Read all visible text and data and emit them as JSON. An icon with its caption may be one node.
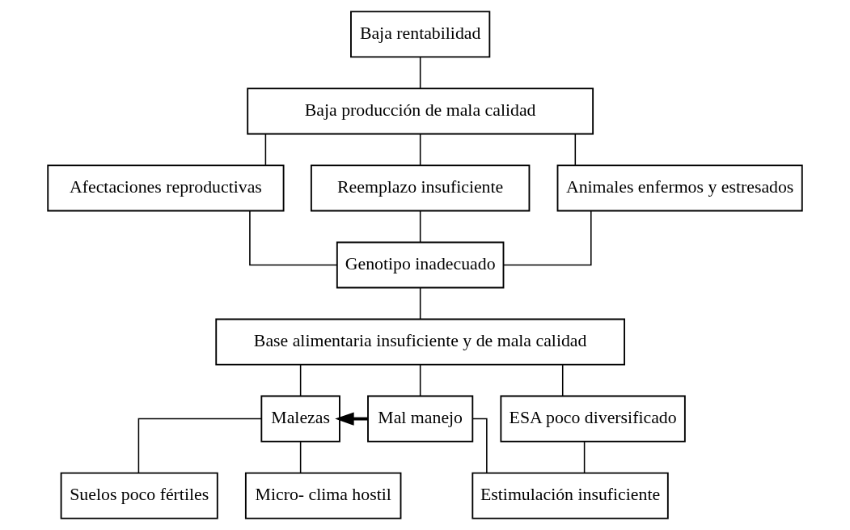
{
  "diagram": {
    "nodes": [
      {
        "text": [
          "Baja rentabilidad"
        ]
      },
      {
        "text": [
          "Baja producción de mala calidad"
        ]
      },
      {
        "text": [
          "Afectaciones reproductivas"
        ]
      },
      {
        "text": [
          "Reemplazo insuficiente"
        ]
      },
      {
        "text": [
          "Animales enfermos y estresados"
        ]
      },
      {
        "text": [
          "Genotipo inadecuado"
        ]
      },
      {
        "text": [
          "Base alimentaria insuficiente y de mala calidad"
        ]
      },
      {
        "text": [
          "Malezas"
        ]
      },
      {
        "text": [
          "Mal manejo"
        ]
      },
      {
        "text": [
          "ESA poco diversificado"
        ]
      },
      {
        "text": [
          "Suelos poco fértiles"
        ]
      },
      {
        "text": [
          "Micro- clima hostil"
        ]
      },
      {
        "text": [
          "Estimulación insuficiente"
        ]
      }
    ],
    "edges": [
      {
        "from": 0,
        "to": 1,
        "arrow": "none"
      },
      {
        "from": 1,
        "to": 2,
        "arrow": "none"
      },
      {
        "from": 1,
        "to": 3,
        "arrow": "none"
      },
      {
        "from": 1,
        "to": 4,
        "arrow": "none"
      },
      {
        "from": 2,
        "to": 5,
        "arrow": "none"
      },
      {
        "from": 3,
        "to": 5,
        "arrow": "none"
      },
      {
        "from": 4,
        "to": 5,
        "arrow": "none"
      },
      {
        "from": 5,
        "to": 6,
        "arrow": "none"
      },
      {
        "from": 6,
        "to": 7,
        "arrow": "none"
      },
      {
        "from": 6,
        "to": 8,
        "arrow": "none"
      },
      {
        "from": 6,
        "to": 9,
        "arrow": "none"
      },
      {
        "from": 8,
        "to": 7,
        "arrow": "to",
        "style": "thick"
      },
      {
        "from": 7,
        "to": 10,
        "arrow": "none"
      },
      {
        "from": 7,
        "to": 11,
        "arrow": "none"
      },
      {
        "from": 8,
        "to": 12,
        "arrow": "none"
      },
      {
        "from": 9,
        "to": 12,
        "arrow": "none"
      }
    ]
  }
}
